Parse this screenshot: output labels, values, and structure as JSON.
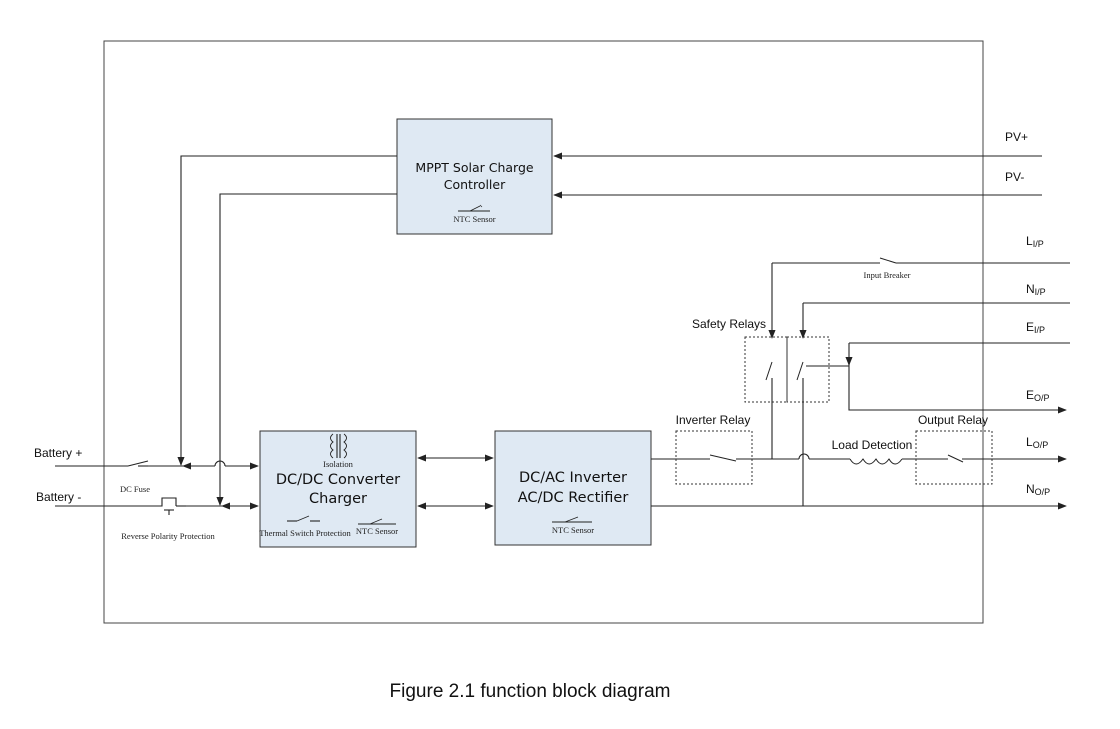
{
  "blocks": {
    "mppt": {
      "title_line1": "MPPT  Solar Charge",
      "title_line2": "Controller",
      "sensor": "NTC Sensor"
    },
    "dcdc": {
      "isolation": "Isolation",
      "title_line1": "DC/DC Converter",
      "title_line2": "Charger",
      "thermal": "Thermal Switch Protection",
      "sensor": "NTC Sensor"
    },
    "inverter": {
      "title_line1": "DC/AC Inverter",
      "title_line2": "AC/DC Rectifier",
      "sensor": "NTC Sensor"
    }
  },
  "inputs": {
    "pv_plus": "PV+",
    "pv_minus": "PV-",
    "battery_plus": "Battery +",
    "battery_minus": "Battery -",
    "li_main": "L",
    "li_sub": "I/P",
    "ni_main": "N",
    "ni_sub": "I/P",
    "ei_main": "E",
    "ei_sub": "I/P",
    "eo_main": "E",
    "eo_sub": "O/P",
    "lo_main": "L",
    "lo_sub": "O/P",
    "no_main": "N",
    "no_sub": "O/P"
  },
  "components": {
    "dc_fuse": "DC Fuse",
    "reverse_polarity": "Reverse Polarity Protection",
    "input_breaker": "Input Breaker",
    "safety_relays": "Safety Relays",
    "inverter_relay": "Inverter Relay",
    "load_detection": "Load Detection",
    "output_relay": "Output Relay"
  },
  "caption": "Figure 2.1 function block diagram"
}
